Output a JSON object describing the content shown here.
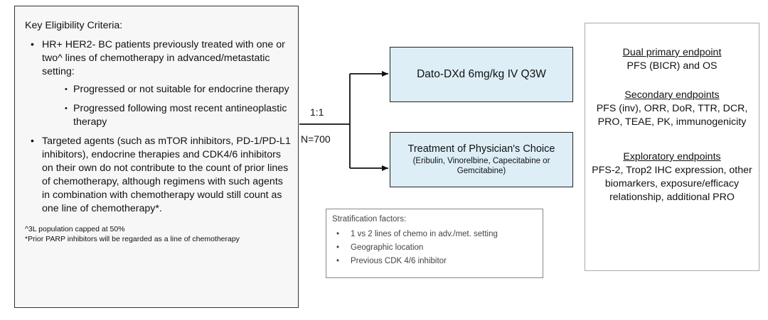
{
  "eligibility": {
    "heading": "Key Eligibility Criteria:",
    "bullet1": "HR+ HER2- BC patients previously treated with one or two^ lines of chemotherapy in advanced/metastatic setting:",
    "sub1": "Progressed or not suitable for endocrine therapy",
    "sub2": "Progressed following most recent antineoplastic therapy",
    "bullet2": "Targeted agents (such as mTOR inhibitors, PD-1/PD-L1 inhibitors), endocrine therapies and CDK4/6 inhibitors on their own do not contribute to the count of prior lines of chemotherapy, although regimens with such agents in combination with chemotherapy would still count as one line of chemotherapy*.",
    "footnote1": "^3L population capped at 50%",
    "footnote2": "*Prior PARP inhibitors will be regarded as a line of chemotherapy"
  },
  "randomization": {
    "ratio": "1:1",
    "n": "N=700"
  },
  "arms": {
    "arm1": "Dato-DXd 6mg/kg IV Q3W",
    "arm2_title": "Treatment of Physician's Choice",
    "arm2_detail": "(Eribulin, Vinorelbine, Capecitabine or Gemcitabine)"
  },
  "stratification": {
    "title": "Stratification factors:",
    "items": [
      "1 vs 2 lines of chemo in adv./met. setting",
      "Geographic location",
      "Previous CDK 4/6 inhibitor"
    ]
  },
  "endpoints": {
    "primary_title": "Dual primary endpoint",
    "primary_text": "PFS (BICR) and OS",
    "secondary_title": "Secondary endpoints",
    "secondary_text": "PFS (inv), ORR, DoR, TTR, DCR, PRO, TEAE, PK, immunogenicity",
    "exploratory_title": "Exploratory endpoints",
    "exploratory_text": "PFS-2, Trop2 IHC expression, other biomarkers, exposure/efficacy relationship, additional PRO"
  },
  "colors": {
    "arm_fill": "#ddeef7",
    "box_fill": "#f7f7f7",
    "line": "#111111"
  }
}
